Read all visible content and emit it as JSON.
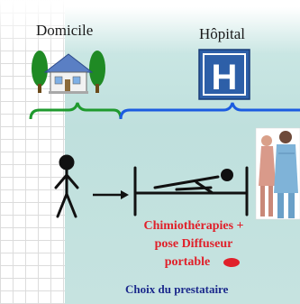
{
  "labels": {
    "home": "Domicile",
    "hospital": "Hôpital",
    "hospital_sign_letter": "H"
  },
  "treatment": {
    "line1": "Chimiothérapies +",
    "line2": "pose  Diffuseur",
    "line3": "portable"
  },
  "provider_choice": "Choix du prestataire",
  "colors": {
    "bracket_home": "#1f9a2e",
    "bracket_hospital": "#1c5ce0",
    "treatment_text": "#e0202a",
    "provider_text": "#1c2a8c",
    "hospital_sign": "#2d5fa8"
  },
  "icons": [
    "house-icon",
    "tree-icon",
    "hospital-sign-icon",
    "stick-figure-icon",
    "arrow-icon",
    "hospital-bed-icon",
    "pump-icon",
    "nurses-illustration"
  ]
}
